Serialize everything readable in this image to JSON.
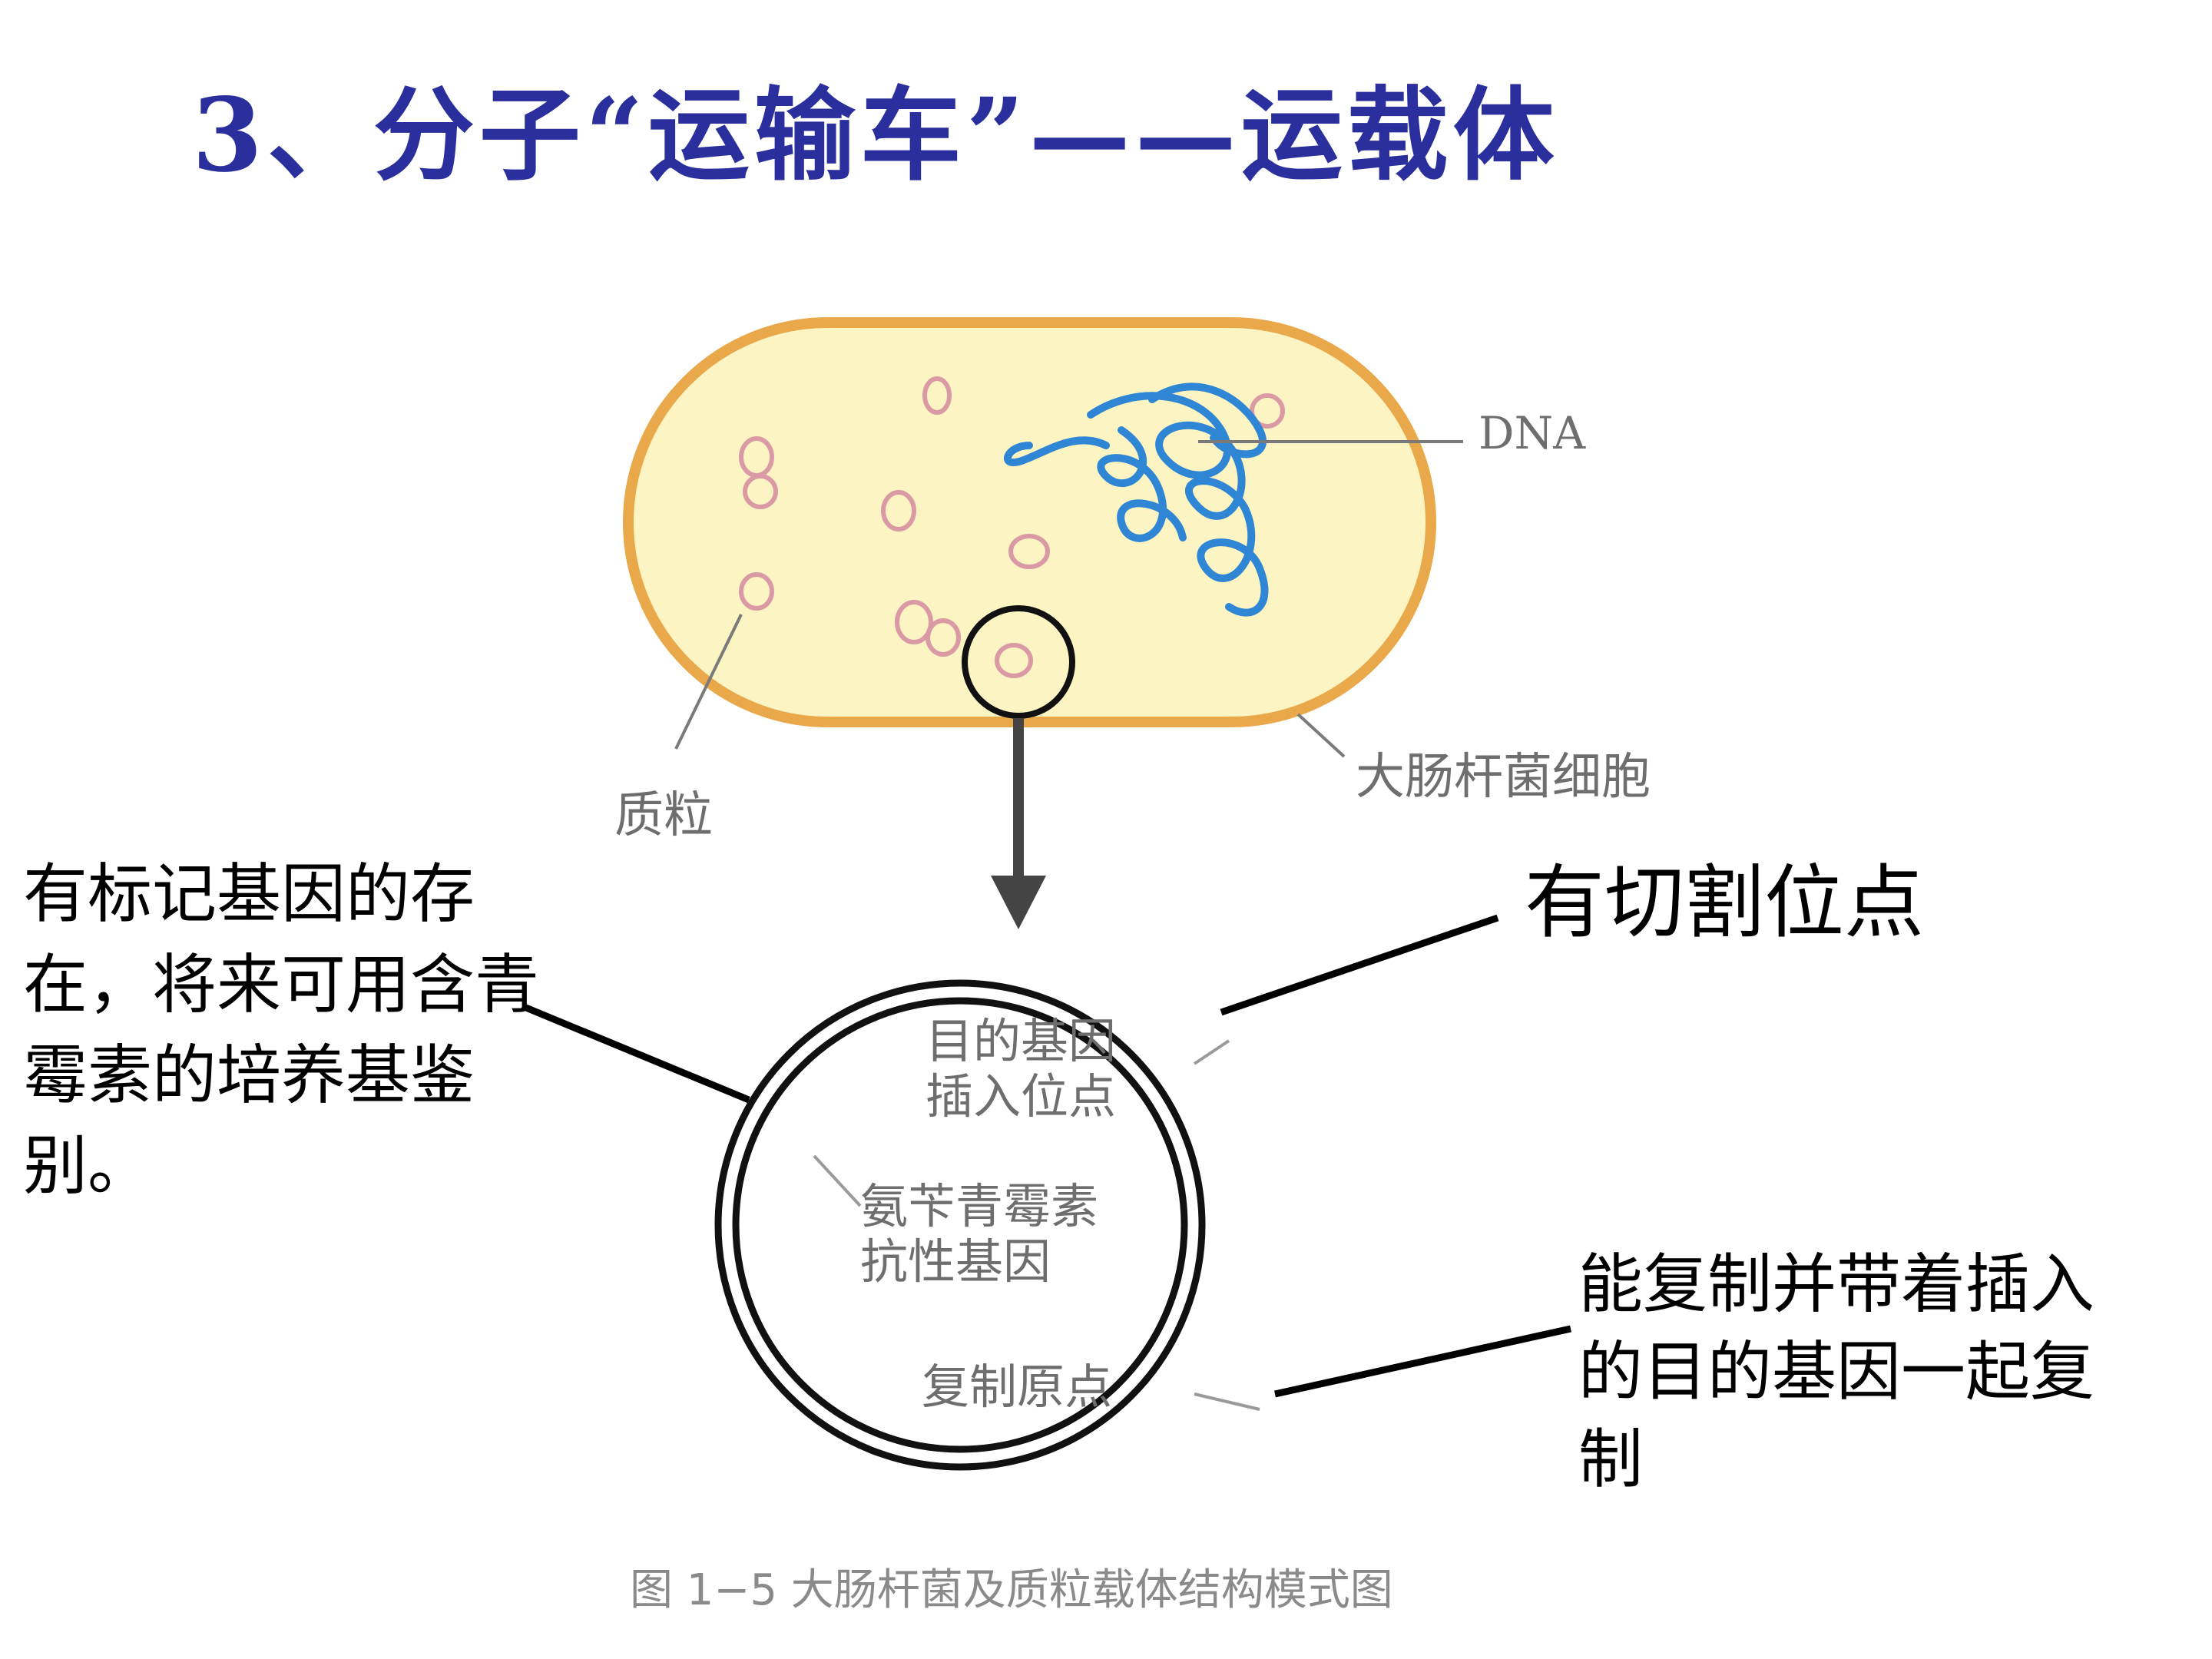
{
  "title": "3、分子“运输车”——运载体",
  "figure": {
    "labels": {
      "dna": "DNA",
      "plasmid": "质粒",
      "cell": "大肠杆菌细胞",
      "insertion_site": [
        "目的基因",
        "插入位点"
      ],
      "amp_resistance": [
        "氨苄青霉素",
        "抗性基因"
      ],
      "origin": "复制原点"
    },
    "caption": "图 1−5    大肠杆菌及质粒载体结构模式图"
  },
  "notes": {
    "marker": "有标记基因的存在，将来可用含青霉素的培养基鉴别。",
    "cut_site": "有切割位点",
    "replication": "能复制并带着插入的目的基因一起复制"
  },
  "colors": {
    "title": "#2b2f9e",
    "cell_fill": "#fcf4c2",
    "cell_border": "#e9a94a",
    "dna": "#2f86d4",
    "plasmid": "#d99aa5"
  }
}
